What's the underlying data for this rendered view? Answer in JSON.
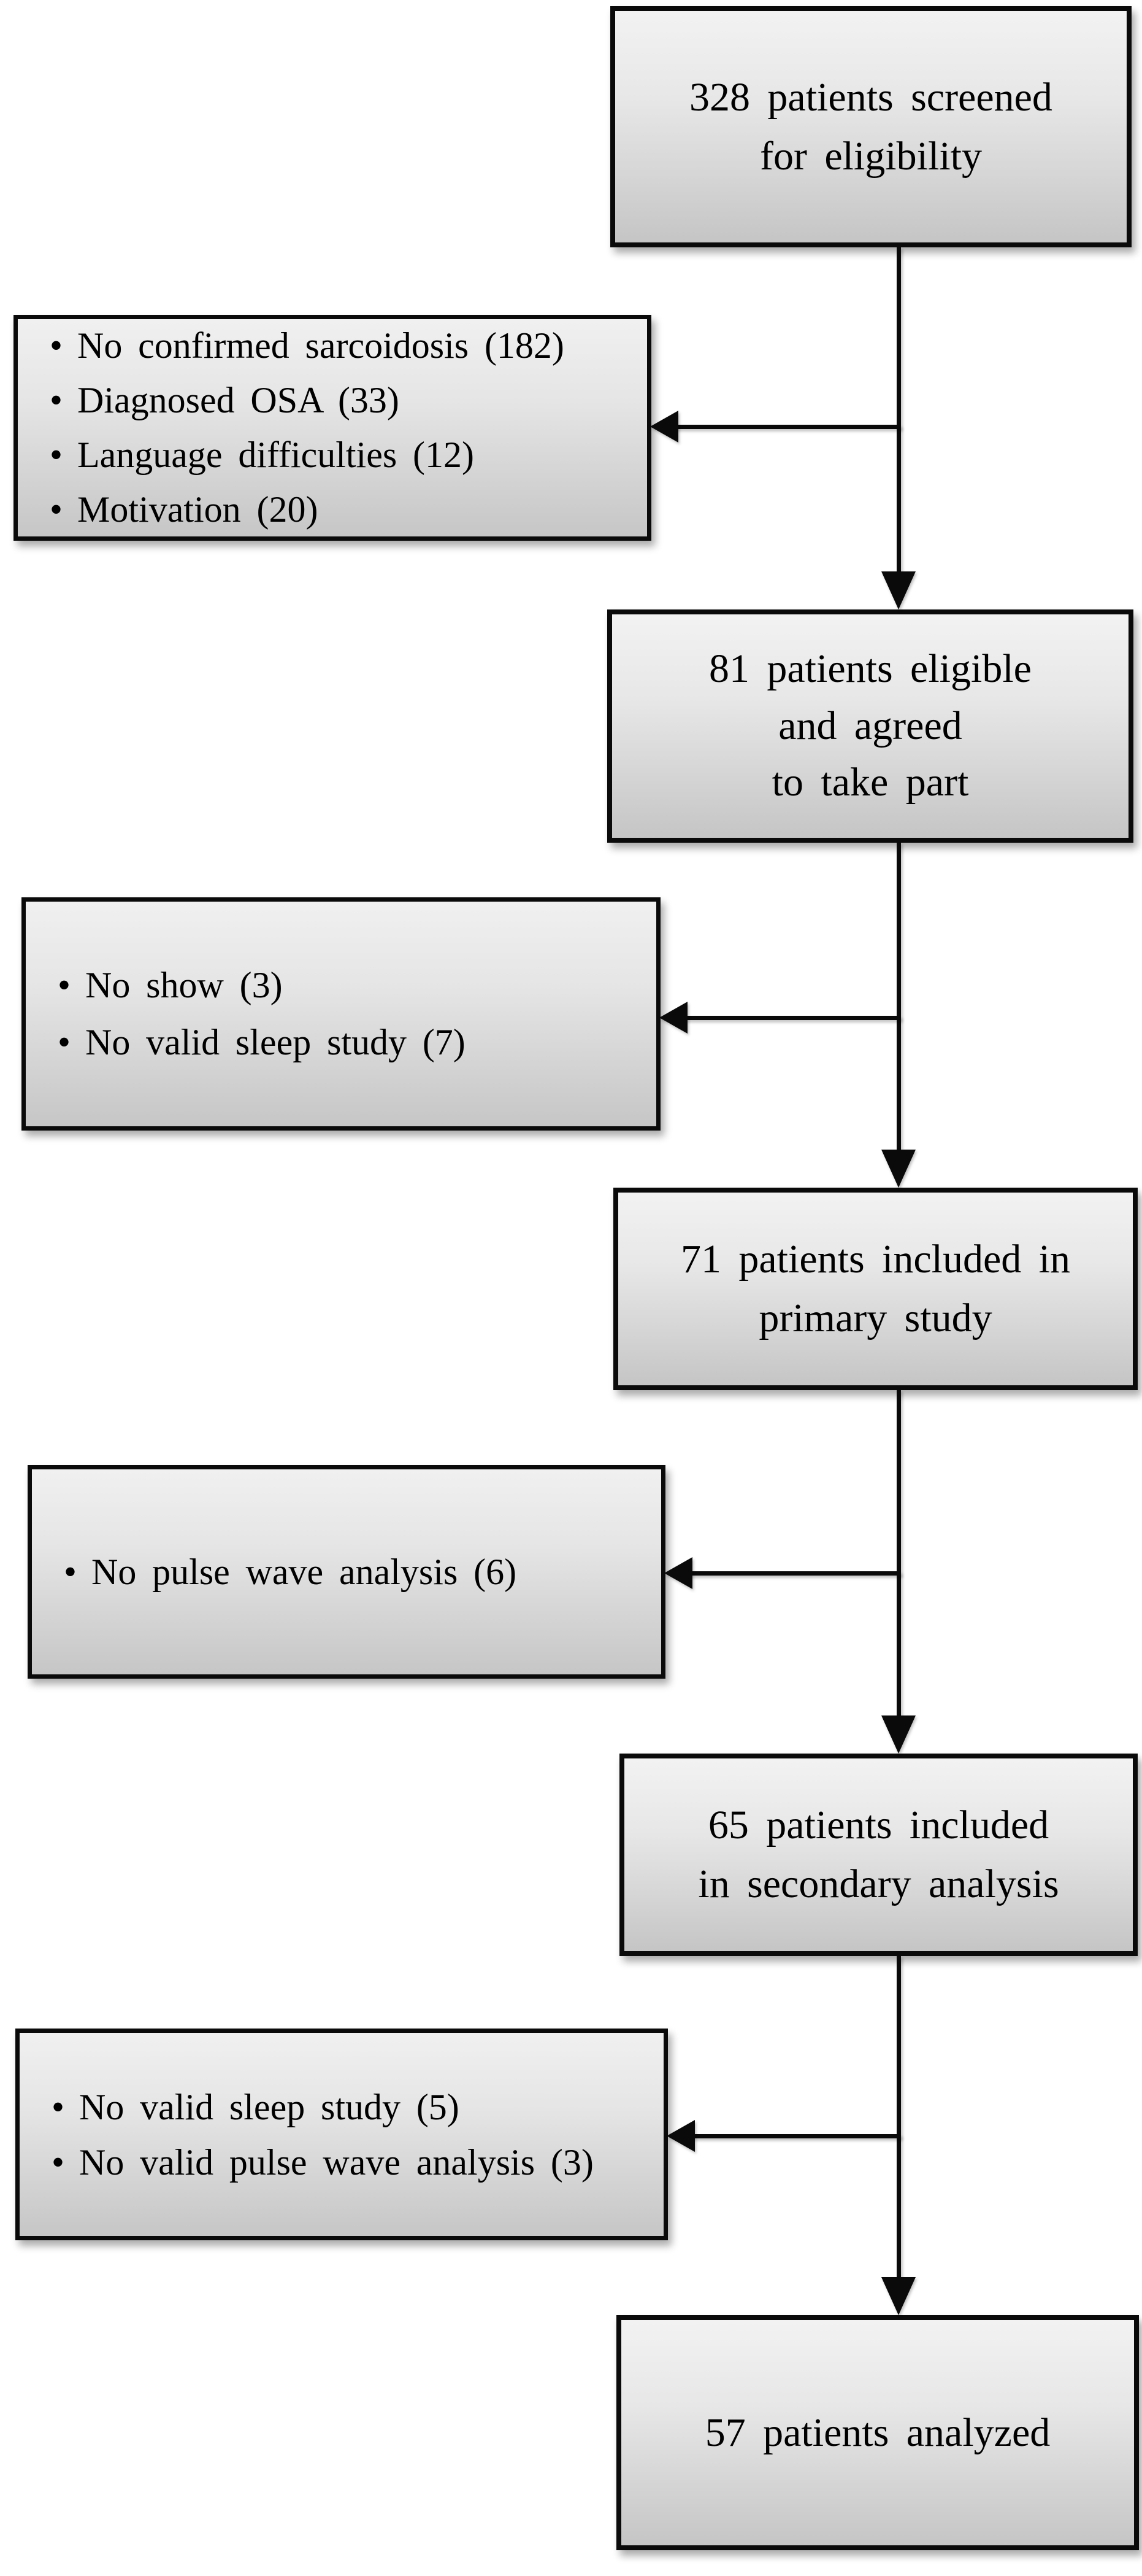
{
  "figure": {
    "background_color": "#ffffff",
    "box_border_color": "#0a0a0a",
    "box_fill_top": "#f2f2f2",
    "box_fill_bottom": "#c5c5c5",
    "connector_color": "#0a0a0a",
    "bullet_glyph": "•"
  },
  "flow": {
    "nodes": [
      {
        "id": "screened",
        "lines": [
          "328 patients screened",
          "for eligibility"
        ]
      },
      {
        "id": "eligible",
        "lines": [
          "81 patients eligible",
          "and agreed",
          "to take part"
        ]
      },
      {
        "id": "primary",
        "lines": [
          "71 patients included in",
          "primary study"
        ]
      },
      {
        "id": "secondary",
        "lines": [
          "65 patients included",
          "in secondary analysis"
        ]
      },
      {
        "id": "analyzed",
        "lines": [
          "57 patients analyzed"
        ]
      }
    ],
    "exclusions": [
      {
        "id": "excluded-at-screening",
        "items": [
          "No confirmed sarcoidosis (182)",
          "Diagnosed OSA (33)",
          "Language difficulties (12)",
          "Motivation (20)"
        ]
      },
      {
        "id": "excluded-after-eligibility",
        "items": [
          "No show (3)",
          "No valid sleep study (7)"
        ]
      },
      {
        "id": "excluded-after-primary",
        "items": [
          "No pulse wave analysis (6)"
        ]
      },
      {
        "id": "excluded-after-secondary",
        "items": [
          "No valid sleep study (5)",
          "No valid pulse wave analysis (3)"
        ]
      }
    ]
  }
}
